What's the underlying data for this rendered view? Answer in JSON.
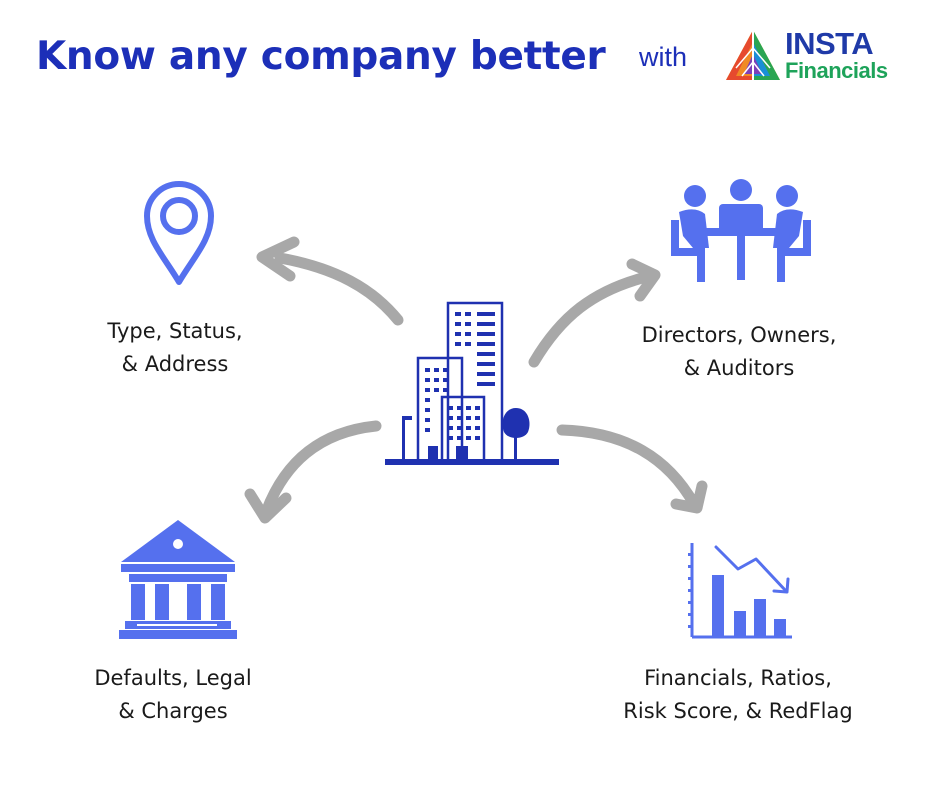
{
  "header": {
    "title": "Know any company better",
    "with_text": "with",
    "logo_line1": "INSTA",
    "logo_line2": "Financials"
  },
  "colors": {
    "title": "#1c2fb8",
    "icon": "#5570ee",
    "building": "#1f31b0",
    "arrow": "#a8a8a8",
    "logo_blue": "#1f3aa8",
    "logo_green": "#1ea35a"
  },
  "nodes": {
    "top_left": {
      "icon": "location-pin-icon",
      "line1": "Type, Status,",
      "line2": "& Address"
    },
    "top_right": {
      "icon": "meeting-people-icon",
      "line1": "Directors, Owners,",
      "line2": "& Auditors"
    },
    "bottom_left": {
      "icon": "bank-building-icon",
      "line1": "Defaults, Legal",
      "line2": "& Charges"
    },
    "bottom_right": {
      "icon": "declining-chart-icon",
      "line1": "Financials, Ratios,",
      "line2": "Risk Score, & RedFlag"
    },
    "center": {
      "icon": "company-building-icon"
    }
  }
}
